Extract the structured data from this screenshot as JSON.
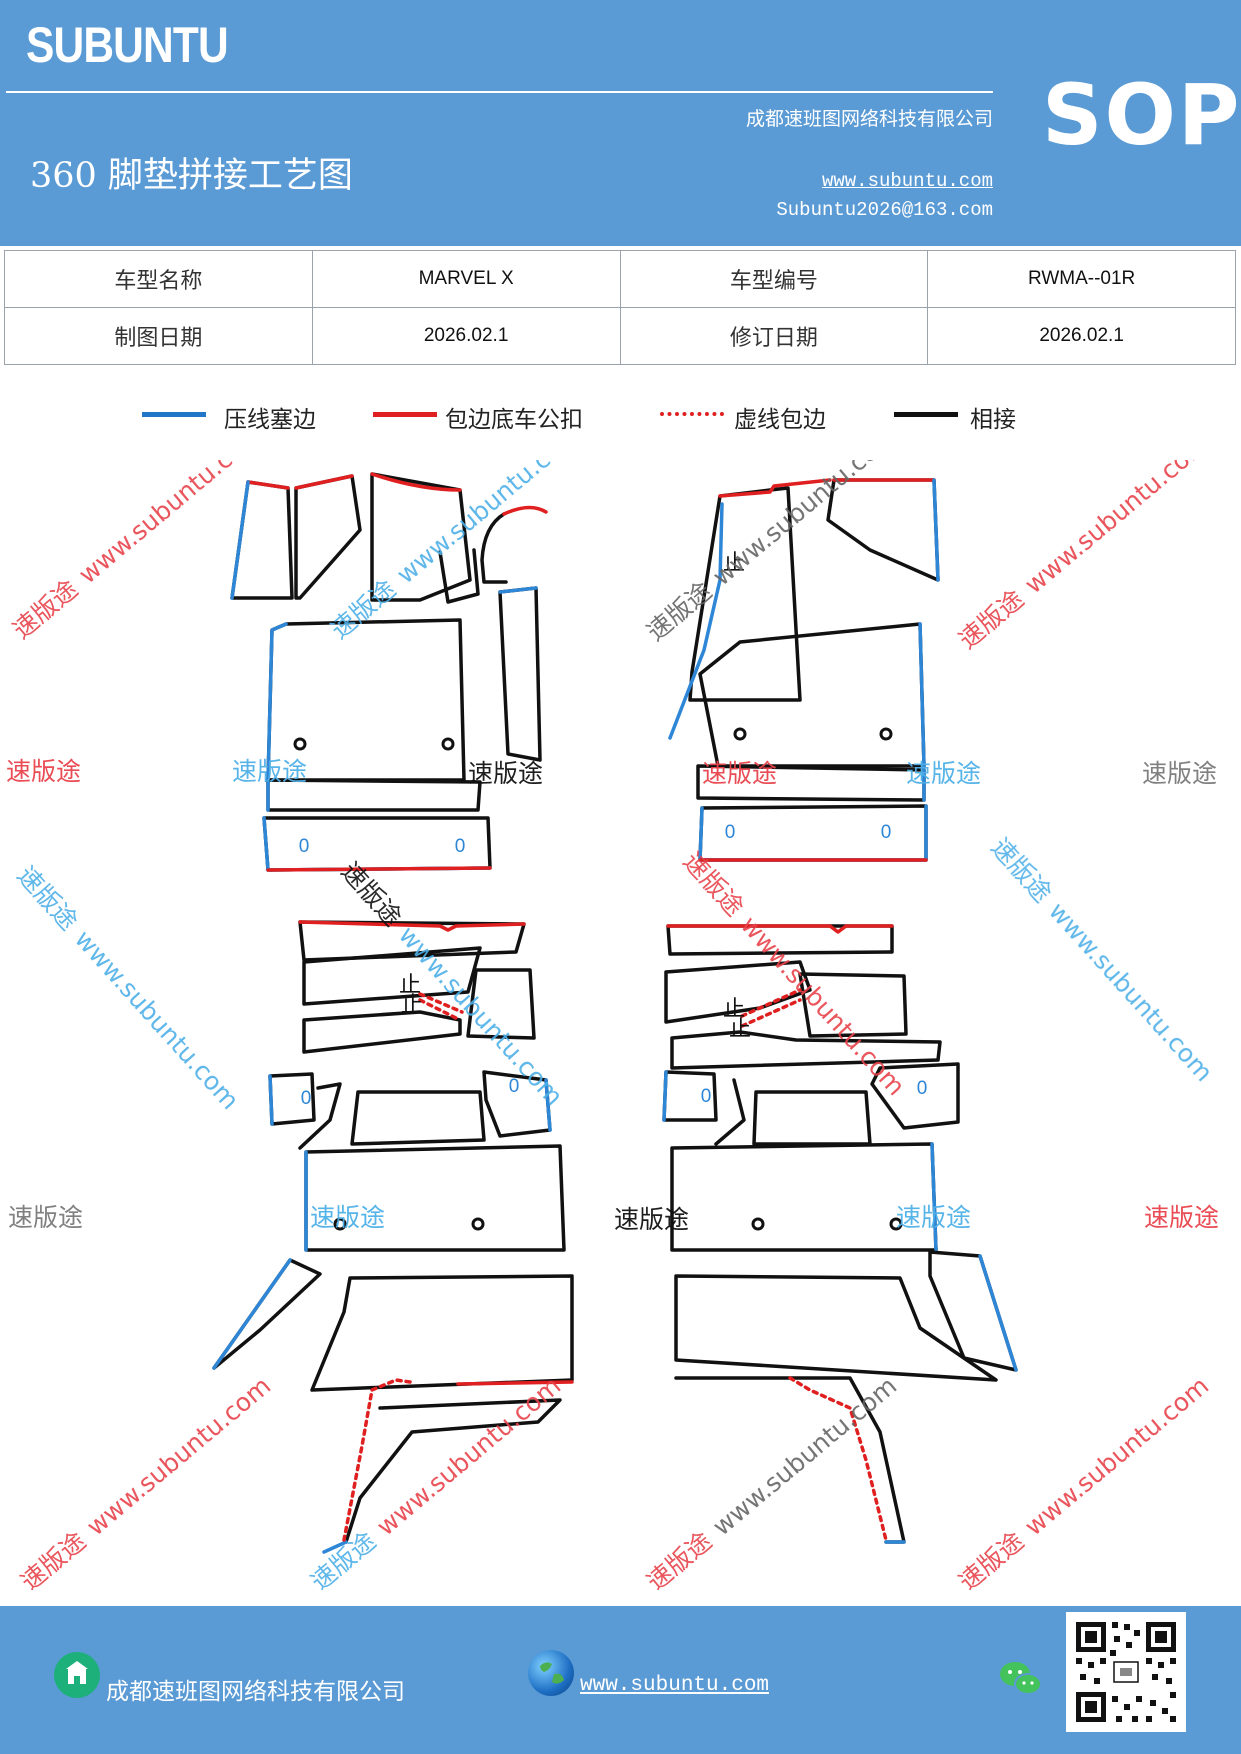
{
  "header": {
    "brand": "SUBUNTU",
    "company": "成都速班图网络科技有限公司",
    "title": "360 脚垫拼接工艺图",
    "website": "www.subuntu.com",
    "email": "Subuntu2026@163.com",
    "badge": "SOP"
  },
  "info": {
    "model_name_label": "车型名称",
    "model_name_value": "MARVEL X",
    "model_code_label": "车型编号",
    "model_code_value": "RWMA--01R",
    "draw_date_label": "制图日期",
    "draw_date_value": "2026.02.1",
    "revise_date_label": "修订日期",
    "revise_date_value": "2026.02.1"
  },
  "legend": [
    {
      "label": "压线塞边",
      "color": "#2176c9",
      "style": "solid"
    },
    {
      "label": "包边底车公扣",
      "color": "#e02020",
      "style": "solid"
    },
    {
      "label": "虚线包边",
      "color": "#e02020",
      "style": "dotted"
    },
    {
      "label": "相接",
      "color": "#111111",
      "style": "solid"
    }
  ],
  "diagram": {
    "stop_mark": "止",
    "hole_mark": "0",
    "watermark_cn": "速版途",
    "watermark_url": "www.subuntu.com",
    "colors": {
      "blue": "#2e86d6",
      "red": "#e02020",
      "black": "#111111",
      "wm_red": "#e8434b",
      "wm_blue": "#4fb0e8",
      "wm_gray": "#7a7a7a"
    }
  },
  "footer": {
    "company": "成都速班图网络科技有限公司",
    "website": "www.subuntu.com "
  },
  "icons": [
    "building-icon",
    "globe-icon",
    "wechat-icon",
    "qr-code"
  ]
}
